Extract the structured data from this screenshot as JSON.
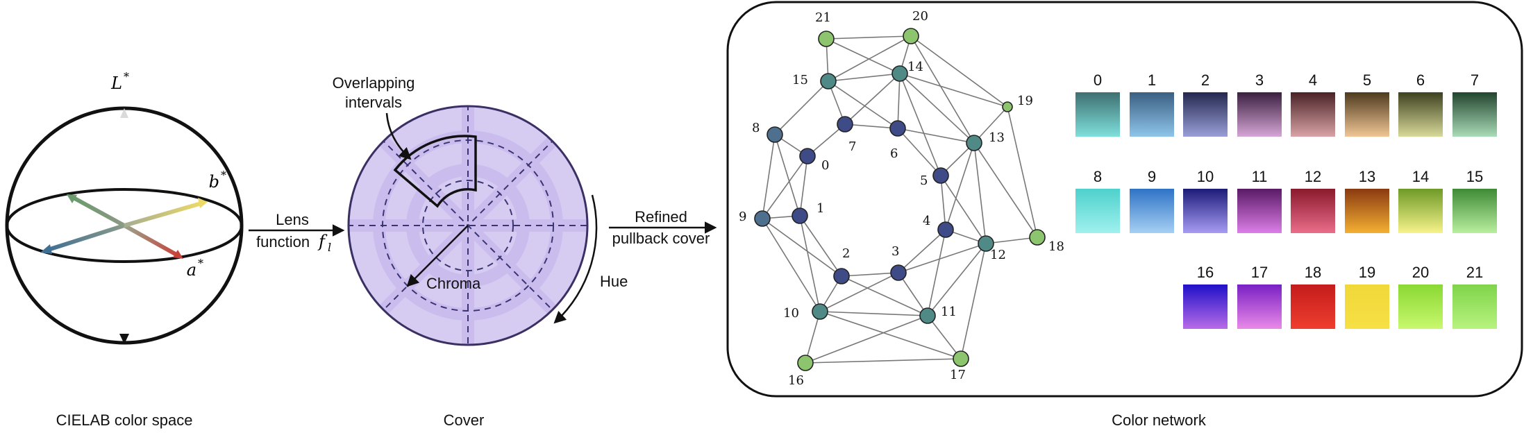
{
  "cielab": {
    "caption": "CIELAB color space",
    "l_label": "L",
    "a_label": "a",
    "b_label": "b",
    "star": "*"
  },
  "lens": {
    "line1": "Lens",
    "line2": "function",
    "f_label": "f",
    "f_sub": "l"
  },
  "cover": {
    "caption": "Cover",
    "overlap_line1": "Overlapping",
    "overlap_line2": "intervals",
    "chroma": "Chroma",
    "hue": "Hue",
    "fill_color": "#d6ccf2",
    "band_color": "#c8b9ee"
  },
  "pullback": {
    "line1": "Refined",
    "line2": "pullback cover"
  },
  "network": {
    "caption": "Color network",
    "nodes": [
      {
        "id": "0",
        "color": "#3e4b86"
      },
      {
        "id": "1",
        "color": "#3e4b86"
      },
      {
        "id": "2",
        "color": "#3e4b86"
      },
      {
        "id": "3",
        "color": "#3e4b86"
      },
      {
        "id": "4",
        "color": "#3e4b86"
      },
      {
        "id": "5",
        "color": "#3e4b86"
      },
      {
        "id": "6",
        "color": "#3e4b86"
      },
      {
        "id": "7",
        "color": "#3e4b86"
      },
      {
        "id": "8",
        "color": "#4e6f8e"
      },
      {
        "id": "9",
        "color": "#4e6f8e"
      },
      {
        "id": "10",
        "color": "#4f8a86"
      },
      {
        "id": "11",
        "color": "#4f8a86"
      },
      {
        "id": "12",
        "color": "#4f8a86"
      },
      {
        "id": "13",
        "color": "#4f8a86"
      },
      {
        "id": "14",
        "color": "#4f8a86"
      },
      {
        "id": "15",
        "color": "#4f8a86"
      },
      {
        "id": "16",
        "color": "#8cc56e"
      },
      {
        "id": "17",
        "color": "#8cc56e"
      },
      {
        "id": "18",
        "color": "#8cc56e"
      },
      {
        "id": "19",
        "color": "#8cc56e"
      },
      {
        "id": "20",
        "color": "#8cc56e"
      },
      {
        "id": "21",
        "color": "#8cc56e"
      }
    ],
    "edges": [
      [
        "21",
        "20"
      ],
      [
        "21",
        "15"
      ],
      [
        "21",
        "14"
      ],
      [
        "20",
        "14"
      ],
      [
        "20",
        "15"
      ],
      [
        "20",
        "13"
      ],
      [
        "20",
        "19"
      ],
      [
        "15",
        "14"
      ],
      [
        "15",
        "7"
      ],
      [
        "15",
        "6"
      ],
      [
        "15",
        "8"
      ],
      [
        "14",
        "7"
      ],
      [
        "14",
        "6"
      ],
      [
        "14",
        "13"
      ],
      [
        "14",
        "5"
      ],
      [
        "14",
        "19"
      ],
      [
        "19",
        "13"
      ],
      [
        "19",
        "18"
      ],
      [
        "7",
        "6"
      ],
      [
        "7",
        "0"
      ],
      [
        "6",
        "13"
      ],
      [
        "6",
        "5"
      ],
      [
        "8",
        "0"
      ],
      [
        "8",
        "9"
      ],
      [
        "8",
        "1"
      ],
      [
        "0",
        "9"
      ],
      [
        "0",
        "1"
      ],
      [
        "13",
        "5"
      ],
      [
        "13",
        "4"
      ],
      [
        "13",
        "12"
      ],
      [
        "13",
        "18"
      ],
      [
        "9",
        "1"
      ],
      [
        "9",
        "2"
      ],
      [
        "9",
        "10"
      ],
      [
        "1",
        "2"
      ],
      [
        "1",
        "10"
      ],
      [
        "5",
        "4"
      ],
      [
        "5",
        "12"
      ],
      [
        "4",
        "11"
      ],
      [
        "4",
        "12"
      ],
      [
        "4",
        "3"
      ],
      [
        "12",
        "18"
      ],
      [
        "12",
        "11"
      ],
      [
        "12",
        "3"
      ],
      [
        "12",
        "17"
      ],
      [
        "2",
        "3"
      ],
      [
        "2",
        "10"
      ],
      [
        "2",
        "11"
      ],
      [
        "3",
        "10"
      ],
      [
        "3",
        "11"
      ],
      [
        "10",
        "11"
      ],
      [
        "10",
        "16"
      ],
      [
        "10",
        "17"
      ],
      [
        "11",
        "16"
      ],
      [
        "11",
        "17"
      ],
      [
        "16",
        "17"
      ]
    ],
    "swatches": [
      {
        "id": "0",
        "top": "#3e6f71",
        "bottom": "#7fe0dc"
      },
      {
        "id": "1",
        "top": "#3a5f82",
        "bottom": "#8fc5ea"
      },
      {
        "id": "2",
        "top": "#24284f",
        "bottom": "#9a9fd9"
      },
      {
        "id": "3",
        "top": "#3b2040",
        "bottom": "#d6a6d6"
      },
      {
        "id": "4",
        "top": "#4a2226",
        "bottom": "#d8a3a6"
      },
      {
        "id": "5",
        "top": "#4e3a1e",
        "bottom": "#f1c695"
      },
      {
        "id": "6",
        "top": "#3e4120",
        "bottom": "#d8da99"
      },
      {
        "id": "7",
        "top": "#23442e",
        "bottom": "#a9dcb8"
      },
      {
        "id": "8",
        "top": "#4ed1cc",
        "bottom": "#a0f1ee"
      },
      {
        "id": "9",
        "top": "#2f73c6",
        "bottom": "#a6d0f4"
      },
      {
        "id": "10",
        "top": "#1c1c78",
        "bottom": "#a89cf4"
      },
      {
        "id": "11",
        "top": "#5a1a66",
        "bottom": "#dc7ee8"
      },
      {
        "id": "12",
        "top": "#8a1a2c",
        "bottom": "#ea6d8a"
      },
      {
        "id": "13",
        "top": "#8a3a10",
        "bottom": "#f3b032"
      },
      {
        "id": "14",
        "top": "#6e9a28",
        "bottom": "#f7f38a"
      },
      {
        "id": "15",
        "top": "#3f8a36",
        "bottom": "#b9ef9f"
      },
      {
        "id": "16",
        "top": "#1f10c8",
        "bottom": "#b86ce8"
      },
      {
        "id": "17",
        "top": "#7a20c4",
        "bottom": "#e98ae8"
      },
      {
        "id": "18",
        "top": "#c41c1c",
        "bottom": "#ee3e2e"
      },
      {
        "id": "19",
        "top": "#f1d83a",
        "bottom": "#f6e044"
      },
      {
        "id": "20",
        "top": "#8ad833",
        "bottom": "#c8f86e"
      },
      {
        "id": "21",
        "top": "#7fd44a",
        "bottom": "#b8f37f"
      }
    ]
  }
}
